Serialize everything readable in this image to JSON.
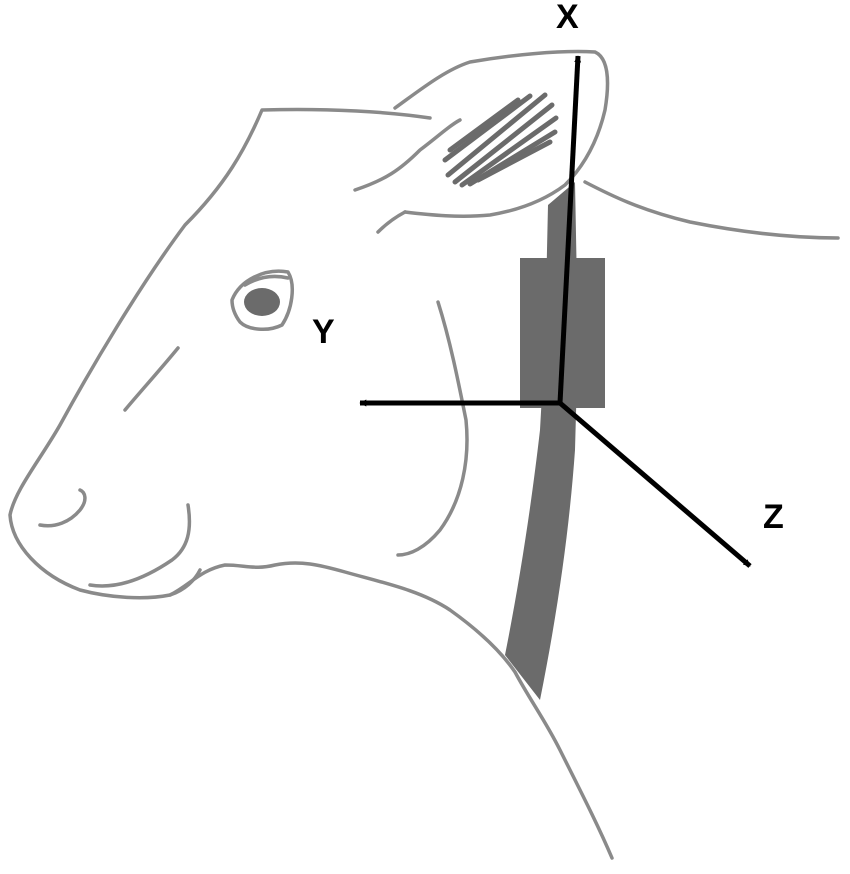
{
  "colors": {
    "outline": "#8a8a8a",
    "collar": "#6b6b6b",
    "axis": "#000000",
    "background": "#ffffff"
  },
  "axes": {
    "x": {
      "label": "X"
    },
    "y": {
      "label": "Y"
    },
    "z": {
      "label": "Z"
    }
  }
}
